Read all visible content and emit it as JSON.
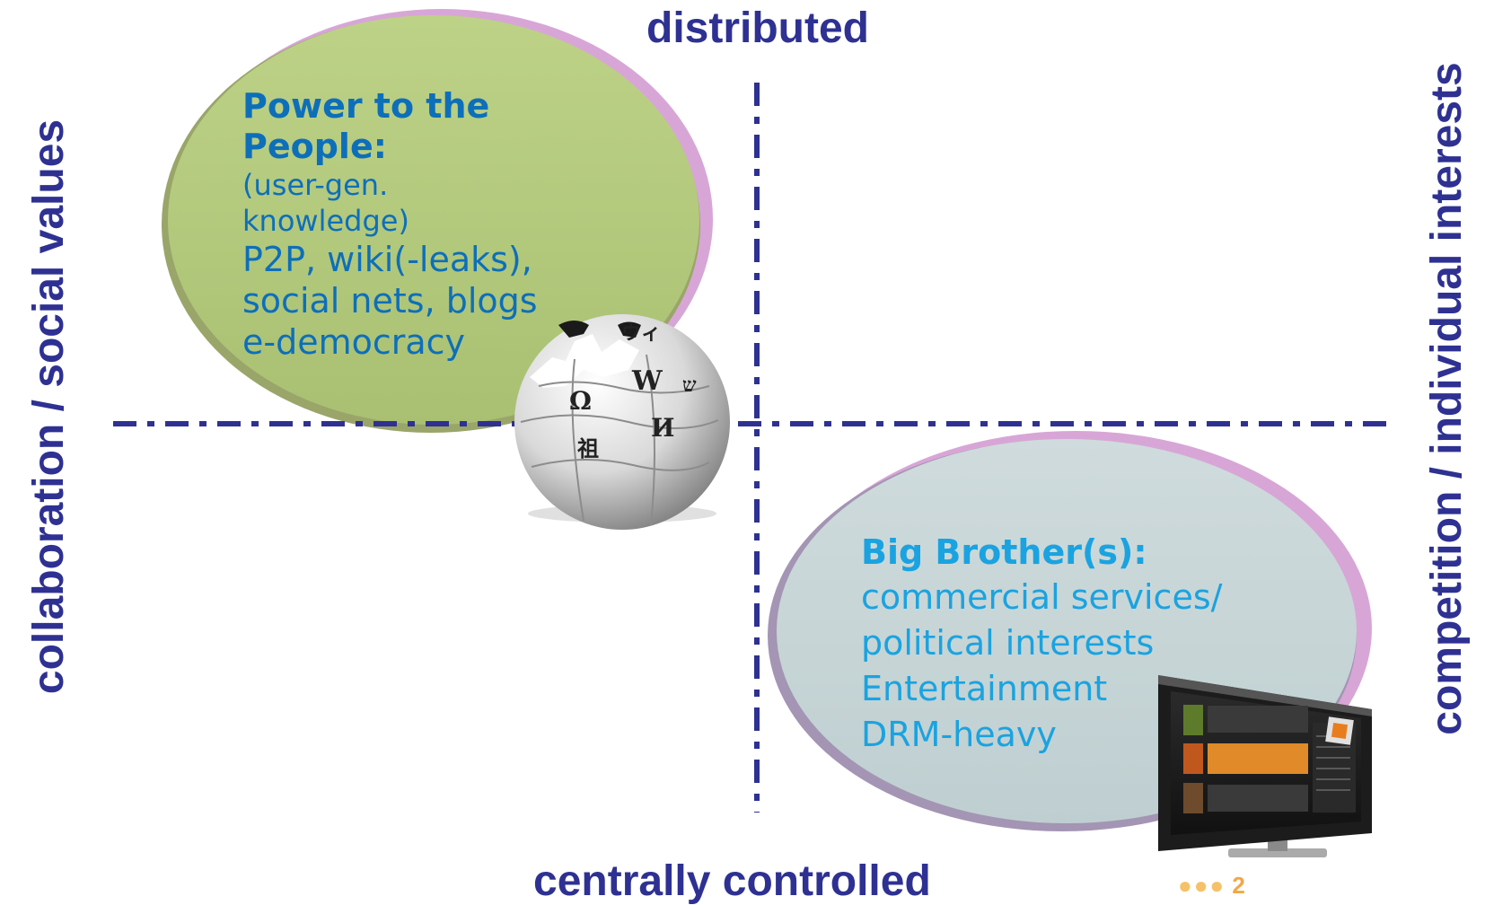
{
  "axes": {
    "top": "distributed",
    "bottom": "centrally controlled",
    "left": "collaboration / social values",
    "right": "competition / individual interests"
  },
  "quadrants": {
    "power_to_people": {
      "heading": [
        "Power to the",
        "People:"
      ],
      "sub": [
        "(user-gen.",
        "knowledge)"
      ],
      "body": [
        "P2P, wiki(-leaks),",
        "social nets, blogs",
        "e-democracy"
      ]
    },
    "big_brother": {
      "heading": "Big Brother(s):",
      "body": [
        "commercial services/",
        "political interests",
        "Entertainment",
        "DRM-heavy"
      ]
    }
  },
  "colors": {
    "axis_text": "#2e3192",
    "divider": "#2e3192",
    "ellipse_green": "#b6cc7f",
    "ellipse_grey": "#c8d6d8",
    "ellipse_outline": "#d8a8d8",
    "text_blue": "#0d6fba",
    "text_cyan": "#1aa3e0"
  },
  "icons": {
    "globe": "wikipedia-globe-icon",
    "tv": "television-icon"
  },
  "wiki_glyphs": [
    "Ω",
    "W",
    "И",
    "祖",
    "ウィ",
    "ש"
  ],
  "page": {
    "dots": "●●●",
    "number": "2"
  }
}
